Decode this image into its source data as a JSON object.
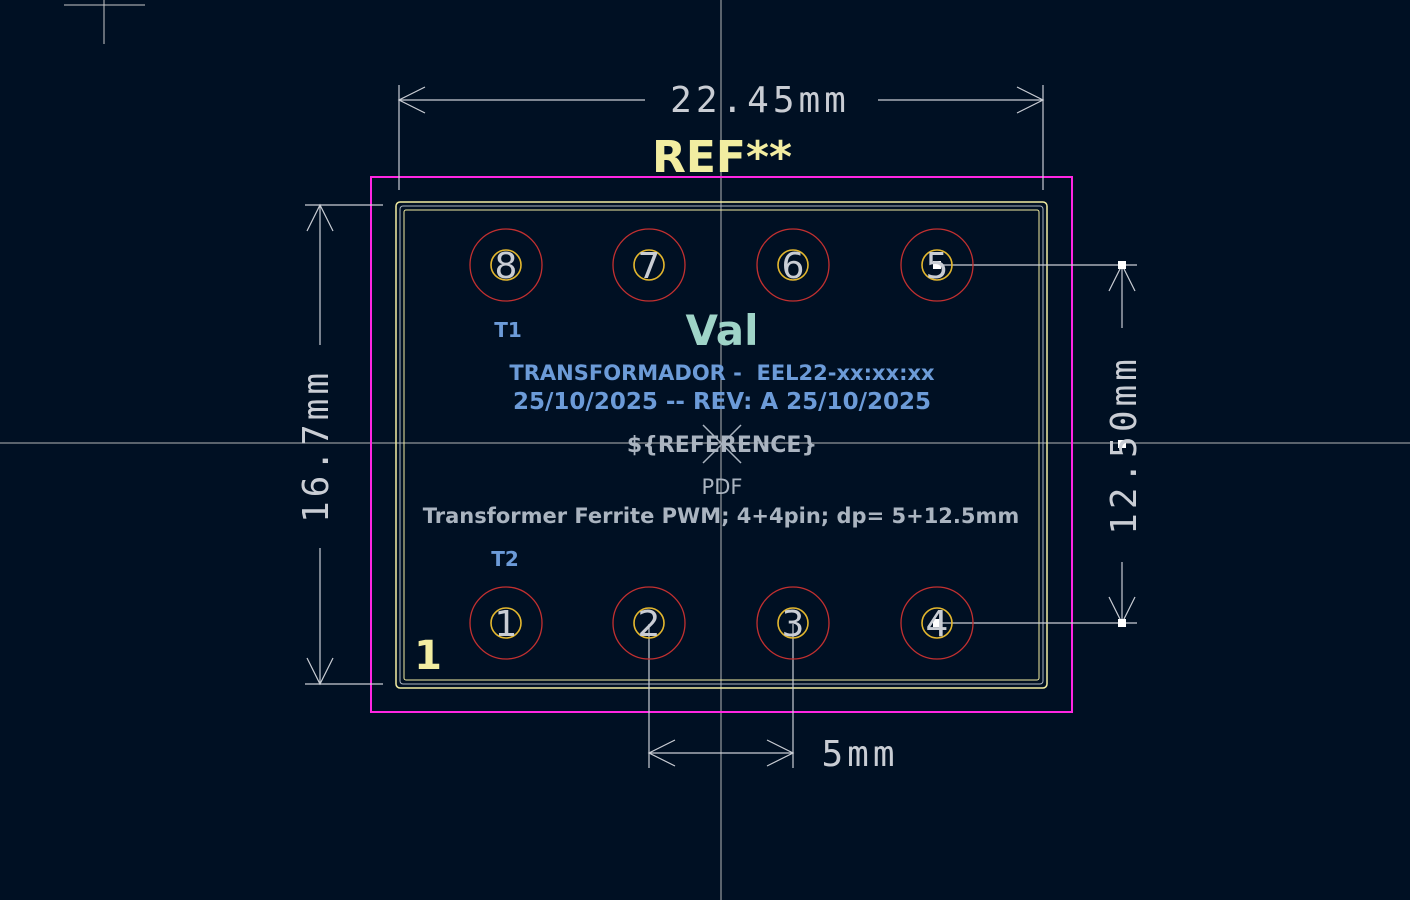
{
  "colors": {
    "background": "#001023",
    "crosshair": "#c8c8c8",
    "courtyard": "#ff26e2",
    "silkscreen": "#f2eda1",
    "fab": "#aab4c0",
    "pad_ring": "#c23030",
    "drill": "#e3b72e",
    "user_text": "#6c9bd8",
    "value_text": "#9fd4c8",
    "dimension": "#c9cdd4"
  },
  "footprint": {
    "reference": "REF**",
    "value": "Val",
    "pin1_marker": "1",
    "ref_placeholder": "${REFERENCE}",
    "doc_label": "PDF",
    "description": "Transformer Ferrite PWM; 4+4pin; dp= 5+12.5mm",
    "user_line1": "TRANSFORMADOR -  EEL22-xx:xx:xx",
    "user_line2": "25/10/2025 -- REV: A 25/10/2025",
    "label_t1": "T1",
    "label_t2": "T2",
    "pads_top": [
      "8",
      "7",
      "6",
      "5"
    ],
    "pads_bottom": [
      "1",
      "2",
      "3",
      "4"
    ]
  },
  "dimensions": {
    "width": "22.45mm",
    "height": "16.7mm",
    "pitch": "5mm",
    "row_spacing": "12.50mm"
  }
}
